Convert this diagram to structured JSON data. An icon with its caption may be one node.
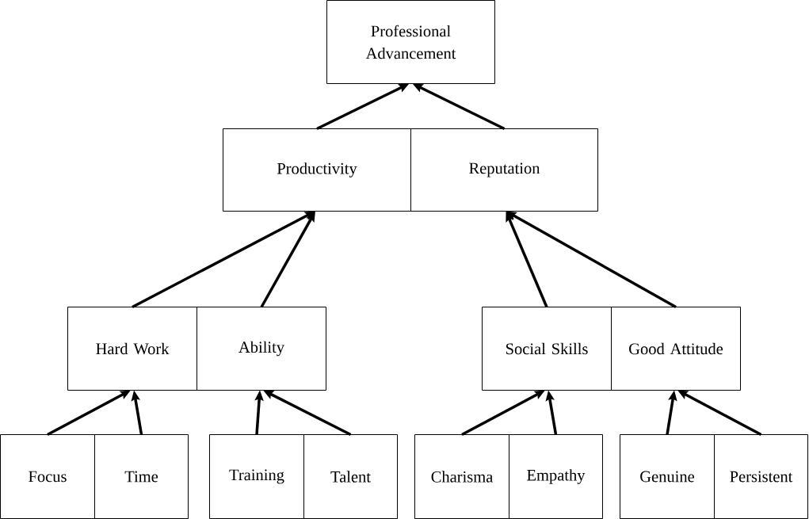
{
  "diagram": {
    "nodes": [
      {
        "text": [
          "Professional Advancement"
        ]
      },
      {
        "text": [
          "Productivity"
        ]
      },
      {
        "text": [
          "Reputation"
        ]
      },
      {
        "text": [
          "Hard Work"
        ]
      },
      {
        "text": [
          "Ability"
        ]
      },
      {
        "text": [
          "Social Skills"
        ]
      },
      {
        "text": [
          "Good Attitude"
        ]
      },
      {
        "text": [
          "Focus"
        ]
      },
      {
        "text": [
          "Time"
        ]
      },
      {
        "text": [
          "Training"
        ]
      },
      {
        "text": [
          "Talent"
        ]
      },
      {
        "text": [
          "Charisma"
        ]
      },
      {
        "text": [
          "Empathy"
        ]
      },
      {
        "text": [
          "Genuine"
        ]
      },
      {
        "text": [
          "Persistent"
        ]
      }
    ],
    "edges": [
      {
        "from": 1,
        "to": 0,
        "arrow": "to"
      },
      {
        "from": 2,
        "to": 0,
        "arrow": "to"
      },
      {
        "from": 3,
        "to": 1,
        "arrow": "to"
      },
      {
        "from": 4,
        "to": 1,
        "arrow": "to"
      },
      {
        "from": 5,
        "to": 2,
        "arrow": "to"
      },
      {
        "from": 6,
        "to": 2,
        "arrow": "to"
      },
      {
        "from": 7,
        "to": 3,
        "arrow": "to"
      },
      {
        "from": 8,
        "to": 3,
        "arrow": "to"
      },
      {
        "from": 9,
        "to": 4,
        "arrow": "to"
      },
      {
        "from": 10,
        "to": 4,
        "arrow": "to"
      },
      {
        "from": 11,
        "to": 5,
        "arrow": "to"
      },
      {
        "from": 12,
        "to": 5,
        "arrow": "to"
      },
      {
        "from": 13,
        "to": 6,
        "arrow": "to"
      },
      {
        "from": 14,
        "to": 6,
        "arrow": "to"
      }
    ]
  }
}
